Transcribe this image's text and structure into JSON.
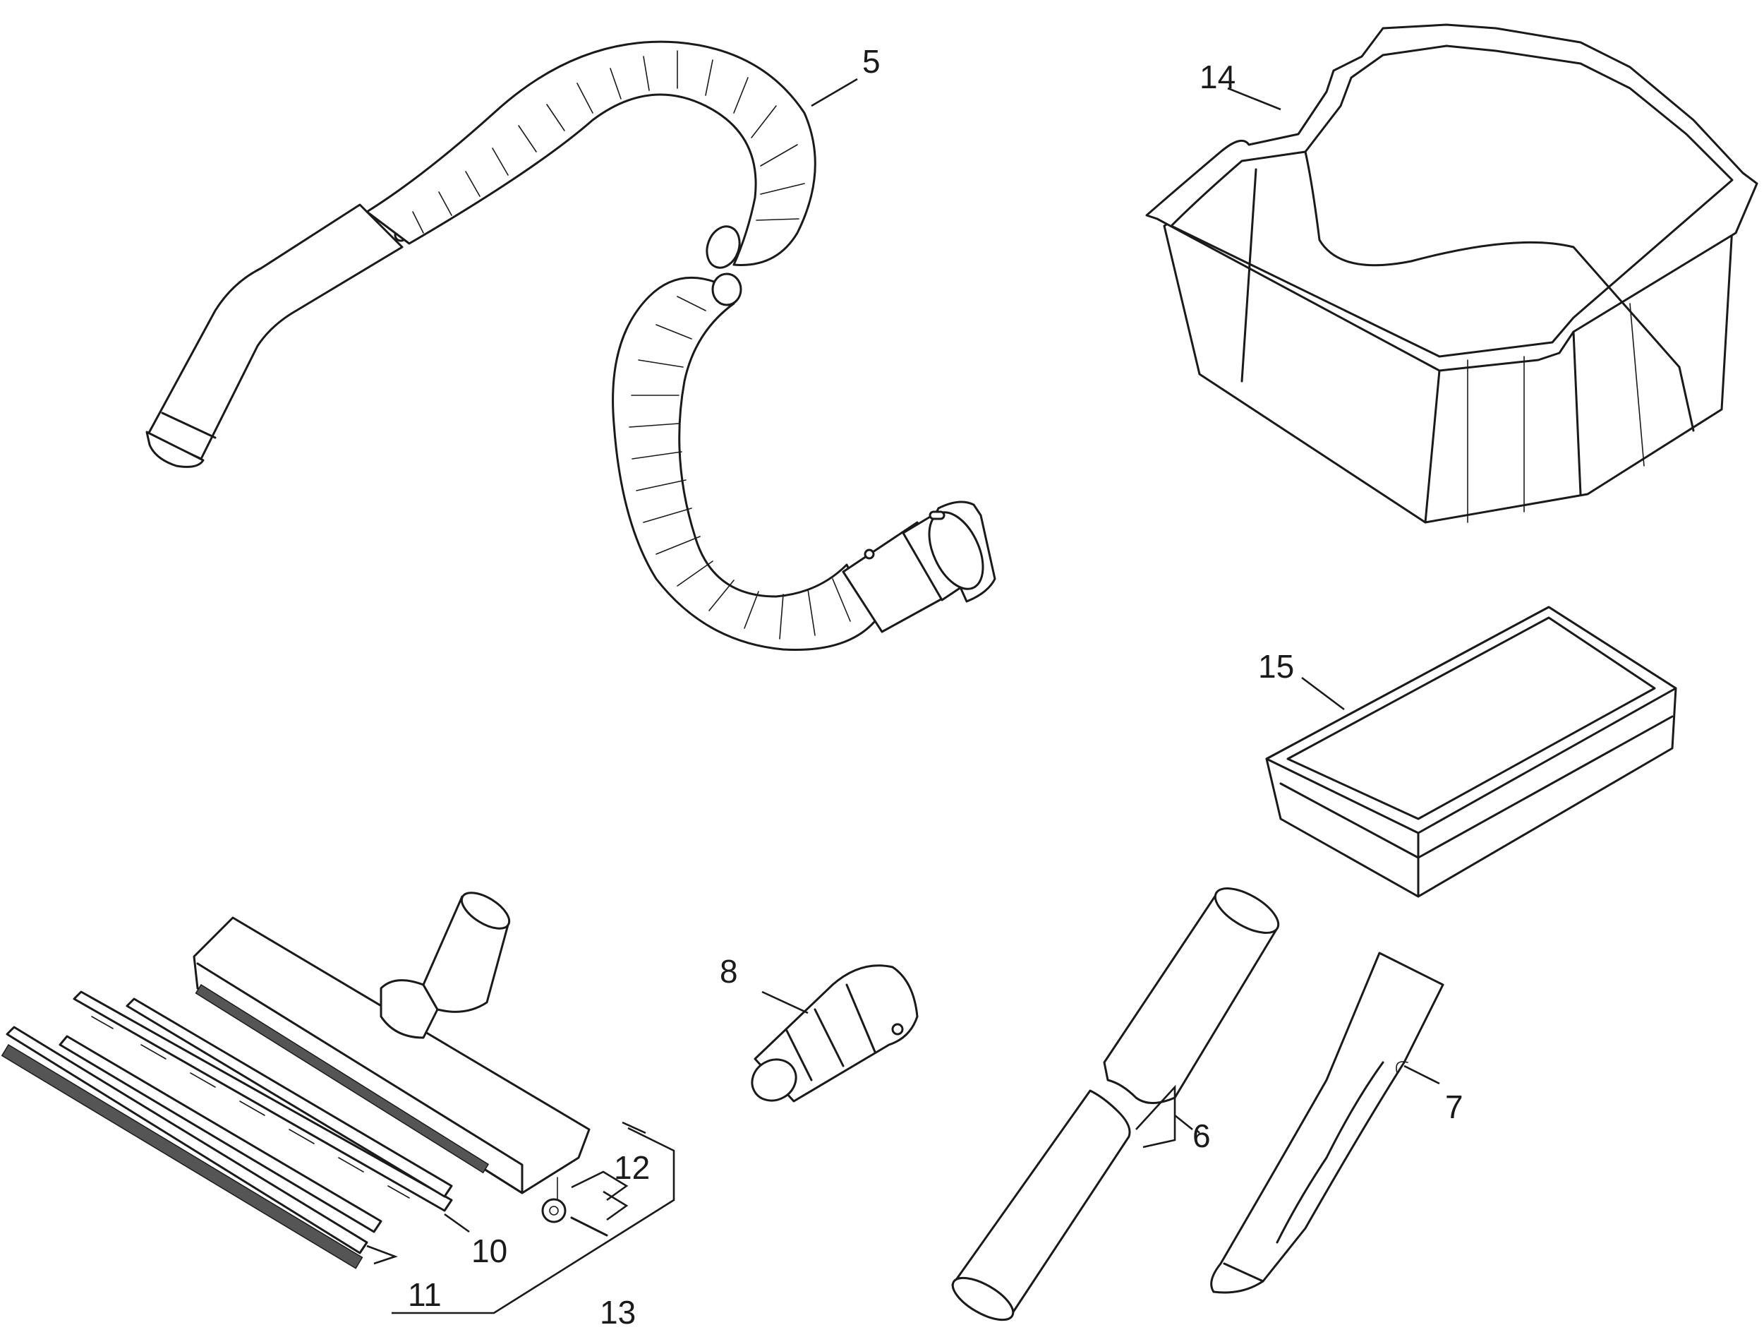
{
  "diagram": {
    "callouts": [
      {
        "id": "5",
        "part": "hose"
      },
      {
        "id": "14",
        "part": "container-insert"
      },
      {
        "id": "15",
        "part": "flat-filter"
      },
      {
        "id": "8",
        "part": "adapter"
      },
      {
        "id": "6",
        "part": "suction-tube"
      },
      {
        "id": "7",
        "part": "crevice-nozzle"
      },
      {
        "id": "12",
        "part": "wheel-and-axle"
      },
      {
        "id": "10",
        "part": "strip-set"
      },
      {
        "id": "11",
        "part": "brush-strip"
      },
      {
        "id": "13",
        "part": "floor-nozzle-set"
      }
    ],
    "colors": {
      "line": "#1a1a1a",
      "background": "#ffffff"
    }
  }
}
